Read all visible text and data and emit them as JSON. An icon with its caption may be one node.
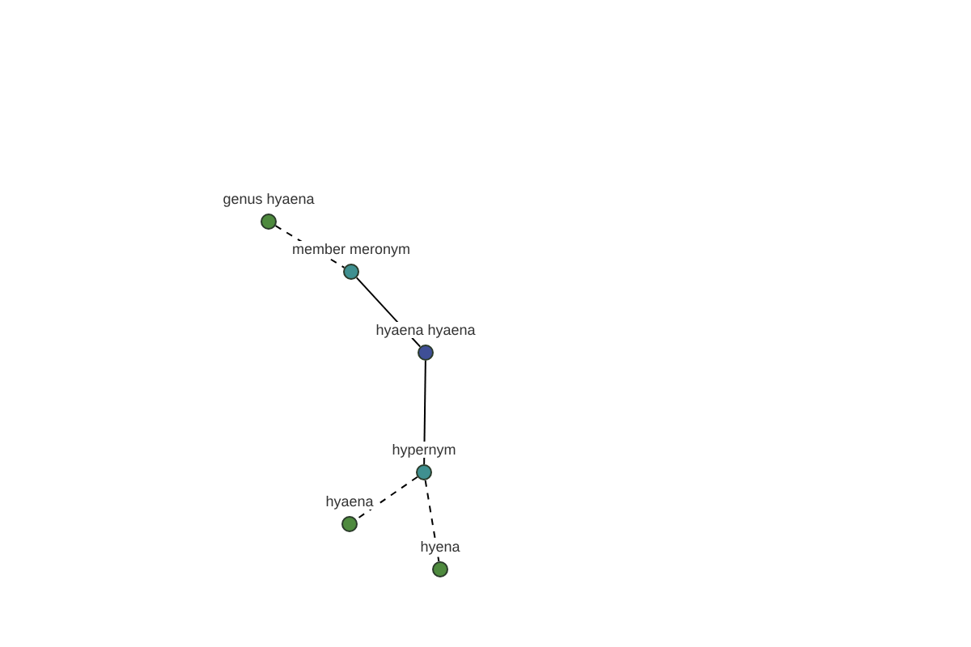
{
  "diagram": {
    "nodes": [
      {
        "text": [
          "genus hyaena"
        ]
      },
      {
        "text": [
          "member meronym"
        ]
      },
      {
        "text": [
          "hyaena hyaena"
        ]
      },
      {
        "text": [
          "hypernym"
        ]
      },
      {
        "text": [
          "hyaena"
        ]
      },
      {
        "text": [
          "hyena"
        ]
      }
    ],
    "edges": [
      {
        "from": 0,
        "to": 1,
        "arrow": "none",
        "style": "dashed"
      },
      {
        "from": 1,
        "to": 2,
        "arrow": "none"
      },
      {
        "from": 2,
        "to": 3,
        "arrow": "none"
      },
      {
        "from": 3,
        "to": 4,
        "arrow": "none",
        "style": "dashed"
      },
      {
        "from": 3,
        "to": 5,
        "arrow": "none",
        "style": "dashed"
      }
    ]
  }
}
